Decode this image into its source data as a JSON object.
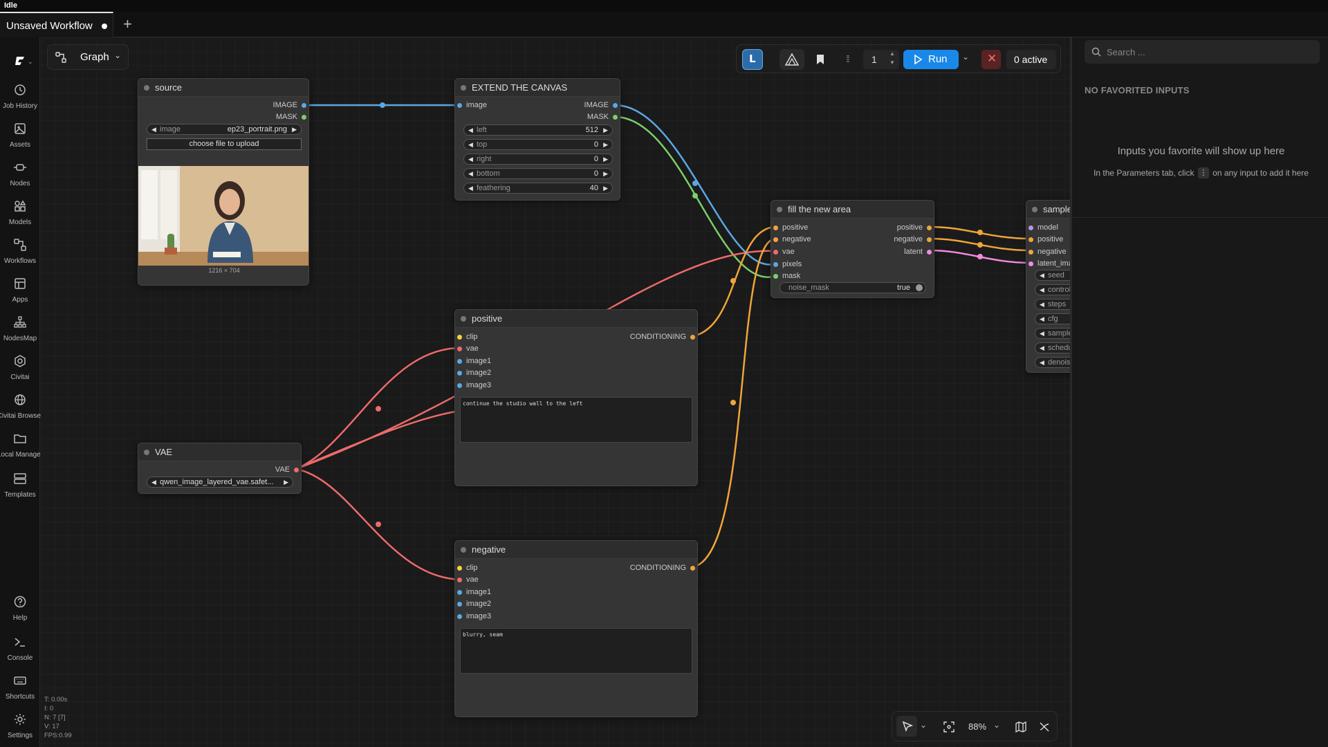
{
  "status": "Idle",
  "tabs": {
    "title": "Unsaved Workflow",
    "add": "+"
  },
  "sidebar": {
    "items": [
      {
        "label": "Job History",
        "icon": "history-icon"
      },
      {
        "label": "Assets",
        "icon": "assets-icon"
      },
      {
        "label": "Nodes",
        "icon": "nodes-icon"
      },
      {
        "label": "Models",
        "icon": "models-icon"
      },
      {
        "label": "Workflows",
        "icon": "workflows-icon"
      },
      {
        "label": "Apps",
        "icon": "apps-icon"
      },
      {
        "label": "NodesMap",
        "icon": "nodesmap-icon"
      },
      {
        "label": "Civitai",
        "icon": "civitai-icon"
      },
      {
        "label": "Civitai Browser",
        "icon": "globe-icon"
      },
      {
        "label": "Local Manager",
        "icon": "folder-icon"
      },
      {
        "label": "Templates",
        "icon": "templates-icon"
      }
    ],
    "bottom": [
      {
        "label": "Help",
        "icon": "help-icon"
      },
      {
        "label": "Console",
        "icon": "console-icon"
      },
      {
        "label": "Shortcuts",
        "icon": "keyboard-icon"
      },
      {
        "label": "Settings",
        "icon": "gear-icon"
      }
    ]
  },
  "stats": {
    "t": "T: 0.00s",
    "i": "I: 0",
    "n": "N: 7 [7]",
    "v": "V: 17",
    "fps": "FPS:0.99"
  },
  "graph_selector": {
    "label": "Graph"
  },
  "toolbar": {
    "queue_count": "1",
    "run_label": "Run",
    "active_label": "0 active"
  },
  "bottombar": {
    "zoom": "88%"
  },
  "right_panel": {
    "search_placeholder": "Search ...",
    "heading": "NO FAVORITED INPUTS",
    "empty_title": "Inputs you favorite will show up here",
    "empty_hint_before": "In the Parameters tab, click",
    "empty_hint_after": "on any input to add it here"
  },
  "nodes": {
    "source": {
      "title": "source",
      "out_image": "IMAGE",
      "out_mask": "MASK",
      "image_label": "image",
      "image_value": "ep23_portrait.png",
      "upload_label": "choose file to upload",
      "image_size": "1216 × 704"
    },
    "extend": {
      "title": "EXTEND THE CANVAS",
      "in_image": "image",
      "out_image": "IMAGE",
      "out_mask": "MASK",
      "widgets": [
        {
          "label": "left",
          "value": "512"
        },
        {
          "label": "top",
          "value": "0"
        },
        {
          "label": "right",
          "value": "0"
        },
        {
          "label": "bottom",
          "value": "0"
        },
        {
          "label": "feathering",
          "value": "40"
        }
      ]
    },
    "fill": {
      "title": "fill the new area",
      "inputs": [
        "positive",
        "negative",
        "vae",
        "pixels",
        "mask"
      ],
      "outputs": [
        "positive",
        "negative",
        "latent"
      ],
      "toggle_label": "noise_mask",
      "toggle_value": "true"
    },
    "sampler": {
      "title": "sampler",
      "inputs": [
        "model",
        "positive",
        "negative",
        "latent_image"
      ],
      "widgets": [
        "seed",
        "control_after_generate",
        "steps",
        "cfg",
        "sampler_name",
        "scheduler",
        "denoise"
      ]
    },
    "positive": {
      "title": "positive",
      "inputs": [
        "clip",
        "vae",
        "image1",
        "image2",
        "image3"
      ],
      "output": "CONDITIONING",
      "text": "continue the studio wall to the left"
    },
    "negative": {
      "title": "negative",
      "inputs": [
        "clip",
        "vae",
        "image1",
        "image2",
        "image3"
      ],
      "output": "CONDITIONING",
      "text": "blurry, seam"
    },
    "vae": {
      "title": "VAE",
      "output": "VAE",
      "value": "qwen_image_layered_vae.safet..."
    }
  },
  "colors": {
    "image": "#5aa9e6",
    "mask": "#7ccf6b",
    "vae": "#ef6a6a",
    "conditioning": "#f0a53a",
    "latent": "#f38bdc",
    "clip": "#f5d23d",
    "model": "#b497e6",
    "run": "#1a88e8"
  }
}
